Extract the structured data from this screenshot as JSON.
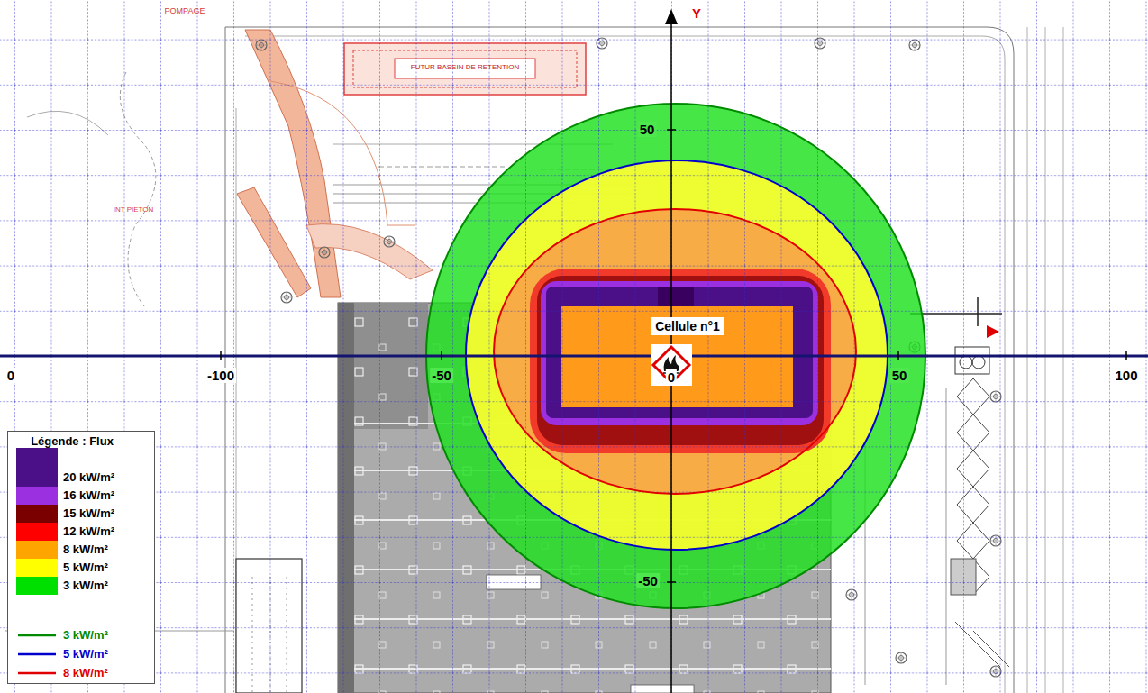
{
  "diagram": {
    "nodes": [
      {
        "text": [
          "Cellule n°1"
        ]
      }
    ],
    "labels": [
      "POMPAGE",
      "FUTUR BASSIN DE RETENTION",
      "Y",
      "50",
      "INT PIETON",
      "0",
      "-100",
      "-50",
      "0",
      "50",
      "100",
      "-50",
      "Légende : Flux"
    ],
    "legend": [
      {
        "text": "20 kW/m²",
        "color": "#4b0f87"
      },
      {
        "text": "16 kW/m²",
        "color": "#9b30e0"
      },
      {
        "text": "15 kW/m²",
        "color": "#7a0000"
      },
      {
        "text": "12 kW/m²",
        "color": "#ff0000"
      },
      {
        "text": "8 kW/m²",
        "color": "#ffa500"
      },
      {
        "text": "5 kW/m²",
        "color": "#ffff00"
      },
      {
        "text": "3 kW/m²",
        "color": "#00e000"
      },
      {
        "text": "3 kW/m²"
      },
      {
        "text": "5 kW/m²"
      },
      {
        "text": "8 kW/m²"
      }
    ]
  }
}
